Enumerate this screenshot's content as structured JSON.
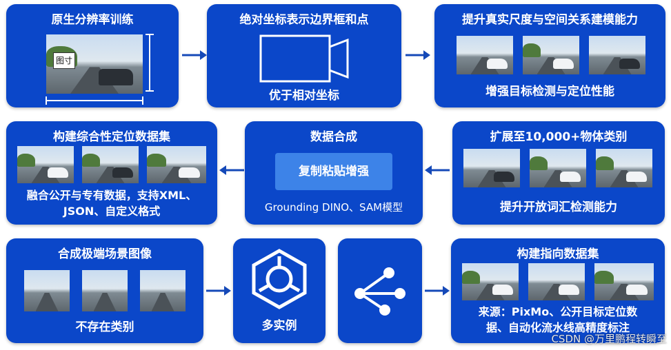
{
  "cards": {
    "native_resolution": {
      "title": "原生分辨率训练",
      "label": "图寸"
    },
    "absolute_coords": {
      "title": "绝对坐标表示边界框和点",
      "caption": "优于相对坐标"
    },
    "spatial_modeling": {
      "title": "提升真实尺度与空间关系建模能力",
      "caption": "增强目标检测与定位性能"
    },
    "build_dataset": {
      "title": "构建综合性定位数据集",
      "caption_1": "融合公开与专有数据，支持XML、",
      "caption_2": "JSON、自定义格式"
    },
    "data_synthesis": {
      "title": "数据合成",
      "button": "复制粘贴增强",
      "caption": "Grounding DINO、SAM模型"
    },
    "extend_categories": {
      "title": "扩展至10,000+物体类别",
      "caption": "提升开放词汇检测能力"
    },
    "extreme_scenes": {
      "title": "合成极端场景图像",
      "caption": "不存在类别"
    },
    "multi_instance": {
      "caption": "多实例"
    },
    "pointing_dataset": {
      "title": "构建指向数据集",
      "caption_1": "来源：PixMo、公开目标定位数",
      "caption_2": "据、自动化流水线高精度标注"
    }
  },
  "watermark": "CSDN @万里鹏程转瞬至",
  "colors": {
    "card": "#0b47c9",
    "arrow": "#1549b8",
    "button": "#3d83e8"
  }
}
